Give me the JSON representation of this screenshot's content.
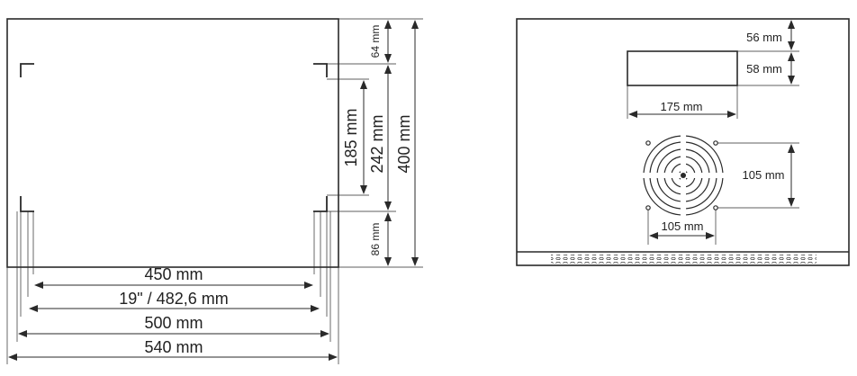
{
  "front_view": {
    "dims": {
      "top_gap": "64 mm",
      "bottom_gap": "86 mm",
      "mount_height": "185 mm",
      "inner_height": "242 mm",
      "total_height": "400 mm",
      "rail_spacing": "450 mm",
      "rack_width": "19\" / 482,6 mm",
      "outer_width": "500 mm",
      "total_width": "540 mm"
    }
  },
  "side_view": {
    "dims": {
      "cutout_offset": "56 mm",
      "cutout_height": "58 mm",
      "cutout_width": "175 mm",
      "fan_height": "105 mm",
      "fan_width": "105 mm"
    }
  },
  "colors": {
    "line": "#2a2a2a",
    "text": "#222222"
  }
}
